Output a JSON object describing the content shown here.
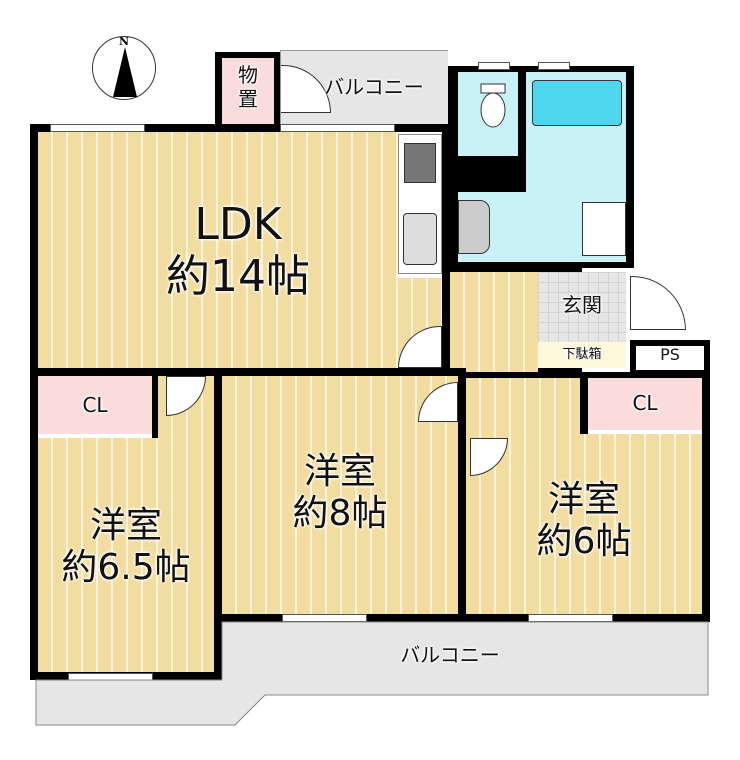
{
  "compass": {
    "label": "N"
  },
  "rooms": {
    "ldk": {
      "name": "LDK",
      "size": "約14帖"
    },
    "western1": {
      "name": "洋室",
      "size": "約6.5帖"
    },
    "western2": {
      "name": "洋室",
      "size": "約8帖"
    },
    "western3": {
      "name": "洋室",
      "size": "約6帖"
    },
    "storage": {
      "name_line1": "物",
      "name_line2": "置"
    },
    "balcony_top": {
      "name": "バルコニー"
    },
    "balcony_bottom": {
      "name": "バルコニー"
    },
    "entrance": {
      "name": "玄関"
    },
    "shoe_box": {
      "name": "下駄箱"
    },
    "ps": {
      "name": "PS"
    },
    "closet1": {
      "name": "CL"
    },
    "closet2": {
      "name": "CL"
    }
  },
  "colors": {
    "floor_wood": "#f2dca0",
    "wet_area": "#c9f2f7",
    "closet": "#fbdcdc",
    "balcony": "#e6e6e6",
    "wall": "#000000"
  }
}
